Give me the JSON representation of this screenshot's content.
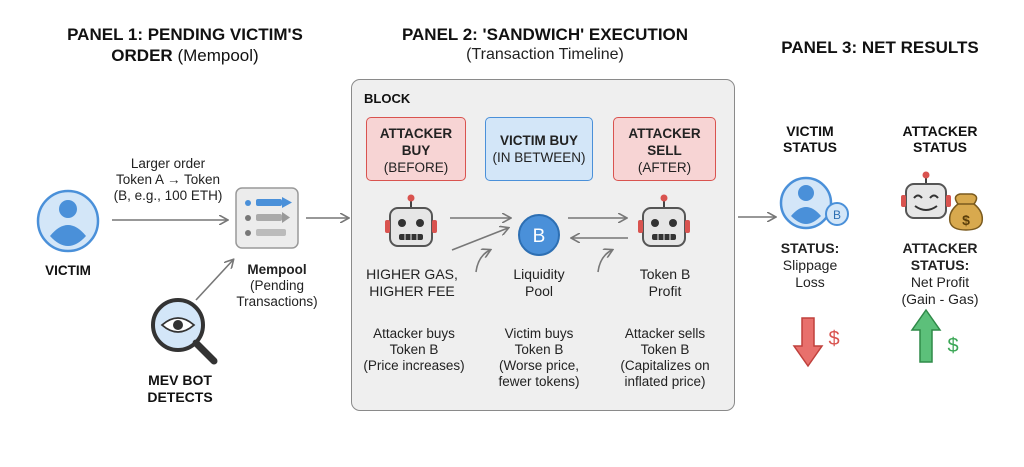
{
  "panel1": {
    "title_bold": "PANEL 1: PENDING VICTIM'S",
    "title_bold2": "ORDER",
    "title_thin": "(Mempool)",
    "victim_label": "VICTIM",
    "order_lines": [
      "Larger order",
      "Token A → Token",
      "(B, e.g., 100 ETH)"
    ],
    "mempool_title": "Mempool",
    "mempool_lines": [
      "(Pending",
      "Transactions)"
    ],
    "mev_lines": [
      "MEV BOT",
      "DETECTS"
    ]
  },
  "panel2": {
    "title": "PANEL 2: 'SANDWICH' EXECUTION",
    "subtitle": "(Transaction Timeline)",
    "block_label": "BLOCK",
    "phases": [
      {
        "lines": [
          "ATTACKER",
          "BUY"
        ],
        "sub": "(BEFORE)",
        "color": "#f7d4d4"
      },
      {
        "lines": [
          "VICTIM BUY"
        ],
        "sub": "(IN BETWEEN)",
        "color": "#d3e6f8"
      },
      {
        "lines": [
          "ATTACKER",
          "SELL"
        ],
        "sub": "(AFTER)",
        "color": "#f7d4d4"
      }
    ],
    "gas_lines": [
      "HIGHER GAS,",
      "HIGHER FEE"
    ],
    "pool_lines": [
      "Liquidity",
      "Pool"
    ],
    "profit_lines": [
      "Token B",
      "Profit"
    ],
    "desc_buy": [
      "Attacker buys",
      "Token B",
      "(Price increases)"
    ],
    "desc_victim": [
      "Victim buys",
      "Token B",
      "(Worse price,",
      "fewer tokens)"
    ],
    "desc_sell": [
      "Attacker sells",
      "Token B",
      "(Capitalizes on",
      "inflated price)"
    ]
  },
  "panel3": {
    "title": "PANEL 3: NET RESULTS",
    "victim_status_title": [
      "VICTIM",
      "STATUS"
    ],
    "victim_status_label": "STATUS:",
    "victim_status_lines": [
      "Slippage",
      "Loss"
    ],
    "attacker_status_title": [
      "ATTACKER",
      "STATUS"
    ],
    "attacker_status_label": [
      "ATTACKER",
      "STATUS:"
    ],
    "attacker_status_lines": [
      "Net Profit",
      "(Gain - Gas)"
    ],
    "loss_symbol": "$",
    "gain_symbol": "$",
    "coin_symbol": "B"
  },
  "colors": {
    "victim_blue": "#4a90d9",
    "attacker_red": "#d9534f",
    "gain_green": "#3aa655",
    "robot_gray": "#9a9a9a"
  },
  "icons": [
    "victim-avatar-icon",
    "mempool-list-icon",
    "magnifier-eye-icon",
    "robot-icon",
    "coin-b-icon",
    "arrow-down-icon",
    "arrow-up-icon",
    "money-bag-icon"
  ]
}
